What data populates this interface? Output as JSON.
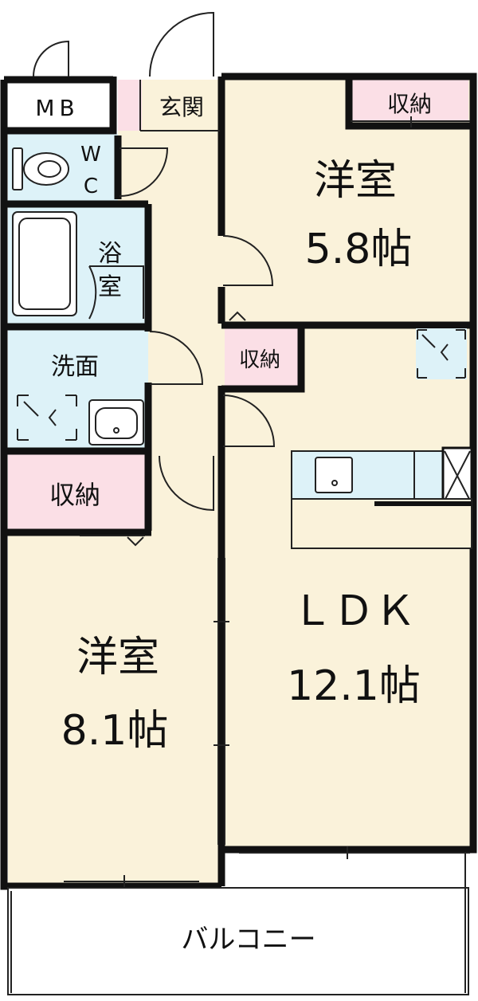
{
  "rooms": {
    "mb": "MB",
    "genkan": "玄関",
    "wc_w": "W",
    "wc_c": "C",
    "bath_1": "浴",
    "bath_2": "室",
    "senmen": "洗面",
    "western_a_name": "洋室",
    "western_a_size": "5.8帖",
    "ldk_name": "ＬＤＫ",
    "ldk_size": "12.1帖",
    "western_b_name": "洋室",
    "western_b_size": "8.1帖",
    "balcony": "バルコニー"
  },
  "storage": {
    "top": "収納",
    "mid": "収納",
    "left": "収納"
  },
  "colors": {
    "room_floor": "#faf2da",
    "wet_area": "#ddf2f8",
    "storage": "#fbdfe6",
    "wall": "#111111"
  }
}
